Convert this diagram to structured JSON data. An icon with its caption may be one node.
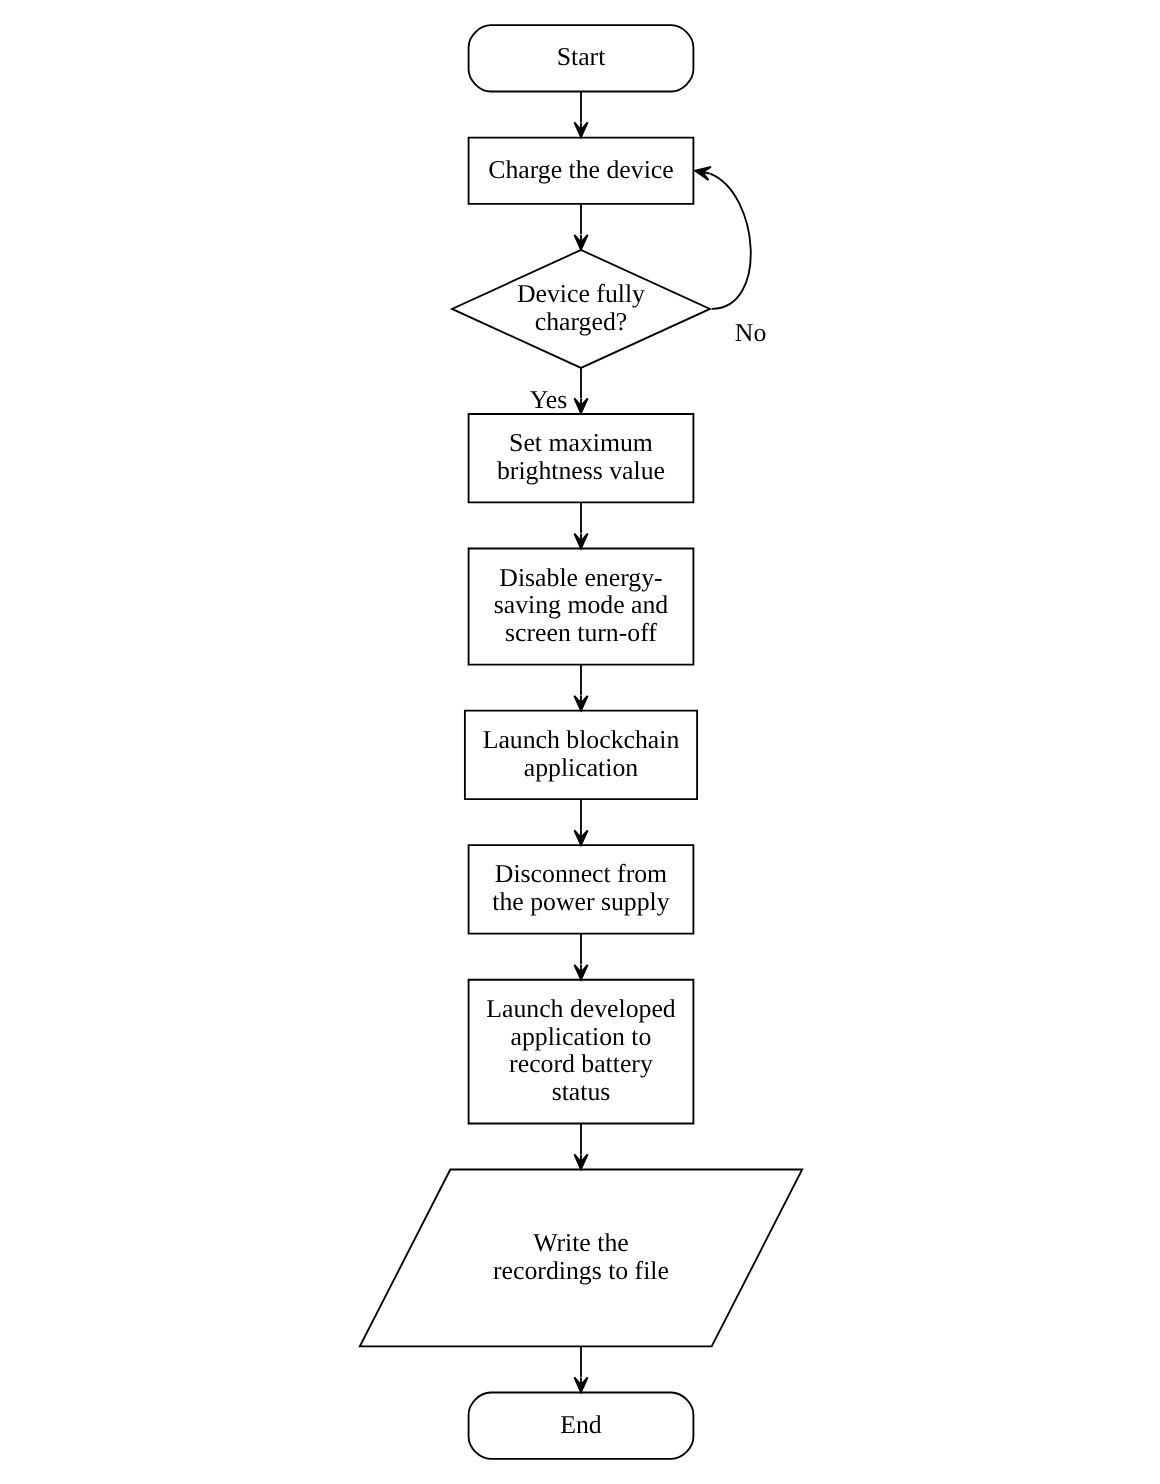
{
  "diagram": {
    "nodes": [
      {
        "text": [
          "Start"
        ]
      },
      {
        "text": [
          "Charge the device"
        ]
      },
      {
        "text": [
          "Device fully charged?"
        ]
      },
      {
        "text": [
          "Set maximum brightness value"
        ]
      },
      {
        "text": [
          "Disable energy-saving mode and screen turn-off"
        ]
      },
      {
        "text": [
          "Launch blockchain application"
        ]
      },
      {
        "text": [
          "Disconnect from the power supply"
        ]
      },
      {
        "text": [
          "Launch developed application to record battery status"
        ]
      },
      {
        "text": [
          "Write the recordings to file"
        ]
      },
      {
        "text": [
          "End"
        ]
      }
    ],
    "edges": [
      {
        "from": 0,
        "to": 1,
        "arrow": "to"
      },
      {
        "from": 1,
        "to": 2,
        "arrow": "to"
      },
      {
        "from": 2,
        "to": 1,
        "arrow": "to",
        "label": "No"
      },
      {
        "from": 2,
        "to": 3,
        "arrow": "to",
        "label": "Yes"
      },
      {
        "from": 3,
        "to": 4,
        "arrow": "to"
      },
      {
        "from": 4,
        "to": 5,
        "arrow": "to"
      },
      {
        "from": 5,
        "to": 6,
        "arrow": "to"
      },
      {
        "from": 6,
        "to": 7,
        "arrow": "to"
      },
      {
        "from": 7,
        "to": 8,
        "arrow": "to"
      },
      {
        "from": 8,
        "to": 9,
        "arrow": "to"
      }
    ]
  }
}
